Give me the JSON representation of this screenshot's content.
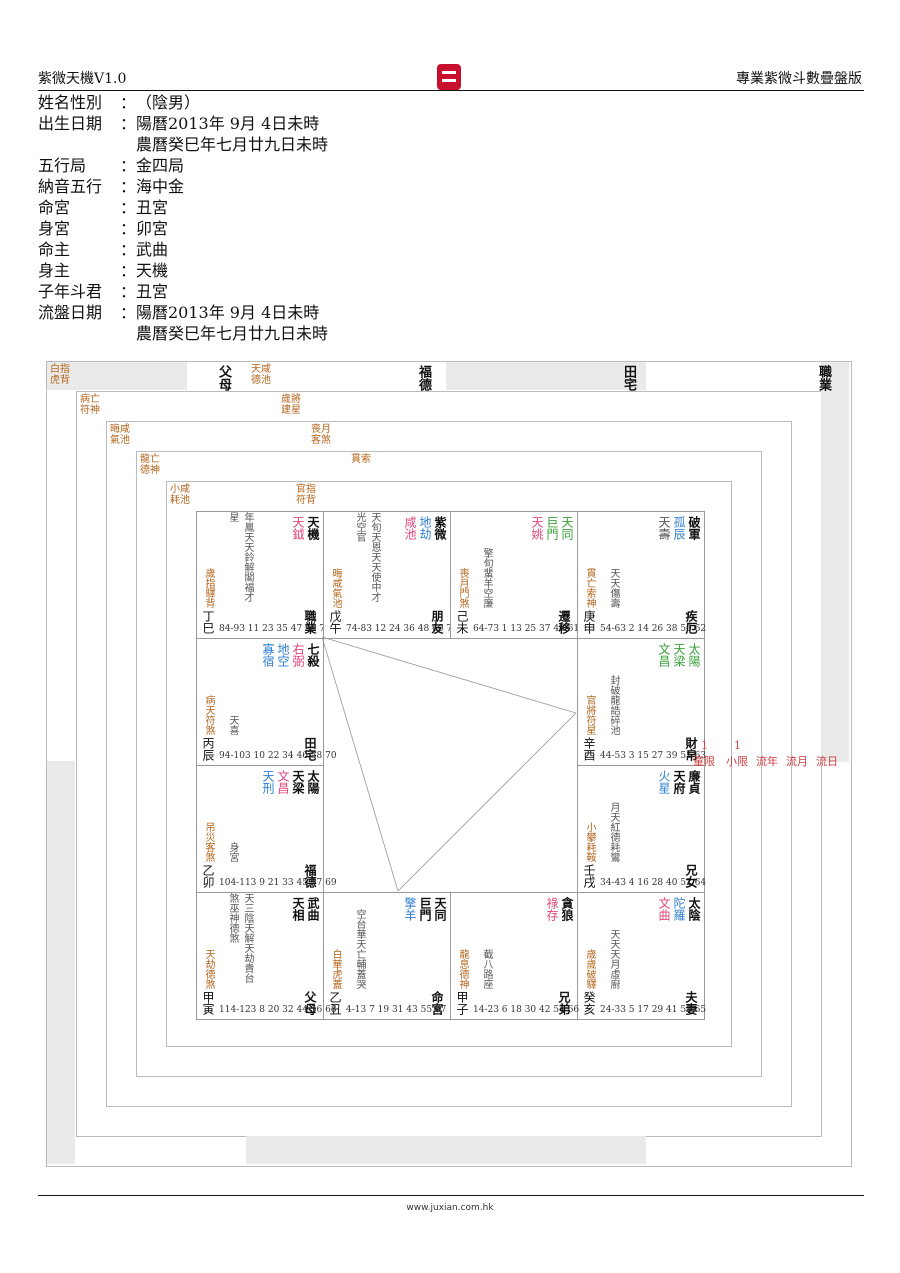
{
  "header": {
    "app_name": "紫微天機V1.0",
    "edition": "專業紫微斗數疊盤版"
  },
  "info": [
    {
      "key": "姓名性別",
      "value": "（陰男）"
    },
    {
      "key": "出生日期",
      "value": "陽曆2013年 9月 4日未時"
    },
    {
      "key": "",
      "value": "農曆癸巳年七月廿九日未時"
    },
    {
      "key": "五行局",
      "value": "金四局"
    },
    {
      "key": "納音五行",
      "value": "海中金"
    },
    {
      "key": "命宮",
      "value": "丑宮"
    },
    {
      "key": "身宮",
      "value": "卯宮"
    },
    {
      "key": "命主",
      "value": "武曲"
    },
    {
      "key": "身主",
      "value": "天機"
    },
    {
      "key": "子年斗君",
      "value": "丑宮"
    },
    {
      "key": "流盤日期",
      "value": "陽曆2013年 9月 4日未時"
    },
    {
      "key": "",
      "value": "農曆癸巳年七月廿九日未時"
    }
  ],
  "palaces": [
    {
      "id": "si",
      "ganzhi": "丁巳",
      "gong": "職業",
      "ages": "84-93  11 23 35 47 59 71",
      "stars": [
        {
          "t": "天機",
          "c": "main"
        },
        {
          "t": "天鉞",
          "c": "pink"
        }
      ],
      "minor": "年鳳天天鈴解閣福才星",
      "shen": "歲指驛背"
    },
    {
      "id": "wu",
      "ganzhi": "戊午",
      "gong": "朋友",
      "ages": "74-83  12 24 36 48 60 72",
      "stars": [
        {
          "t": "紫微",
          "c": "main"
        },
        {
          "t": "地劫",
          "c": "blue"
        },
        {
          "t": "咸池",
          "c": "pink"
        }
      ],
      "minor": "天旬天恩天天使中才光空官",
      "shen": "晦咸氣池"
    },
    {
      "id": "wei",
      "ganzhi": "己未",
      "gong": "遷移",
      "ages": "64-73  1 13 25 37 49 61",
      "stars": [
        {
          "t": "天同",
          "c": "green"
        },
        {
          "t": "巨門",
          "c": "green"
        },
        {
          "t": "天姚",
          "c": "pink"
        }
      ],
      "minor": "擎旬蜚羊空廉",
      "shen": "喪月門煞"
    },
    {
      "id": "shen",
      "ganzhi": "庚申",
      "gong": "疾厄",
      "ages": "54-63  2 14 26 38 50 62",
      "stars": [
        {
          "t": "破軍",
          "c": "main"
        },
        {
          "t": "孤辰",
          "c": "blue"
        },
        {
          "t": "天壽",
          "c": "grey"
        }
      ],
      "minor": "天天傷壽",
      "shen": "貫亡索神"
    },
    {
      "id": "you",
      "ganzhi": "辛酉",
      "gong": "財帛",
      "ages": "44-53  3 15 27 39 51 63",
      "stars": [
        {
          "t": "太陽",
          "c": "green"
        },
        {
          "t": "天梁",
          "c": "green"
        },
        {
          "t": "文昌",
          "c": "green"
        }
      ],
      "minor": "封破龍誥碎池",
      "shen": "官將符星"
    },
    {
      "id": "xu",
      "ganzhi": "壬戌",
      "gong": "兄女",
      "ages": "34-43  4 16 28 40 52 64",
      "stars": [
        {
          "t": "廉貞",
          "c": "main"
        },
        {
          "t": "天府",
          "c": "main"
        },
        {
          "t": "火星",
          "c": "blue"
        }
      ],
      "minor": "月天紅德耗鸞",
      "shen": "小攀耗鞍"
    },
    {
      "id": "hai",
      "ganzhi": "癸亥",
      "gong": "夫妻",
      "ages": "24-33  5 17 29 41 53 65",
      "stars": [
        {
          "t": "太陰",
          "c": "main"
        },
        {
          "t": "陀羅",
          "c": "blue"
        },
        {
          "t": "文曲",
          "c": "pink"
        }
      ],
      "minor": "天天天月虛廚",
      "shen": "歲歲破驛"
    },
    {
      "id": "zi",
      "ganzhi": "甲子",
      "gong": "兄弟",
      "ages": "14-23  6 18 30 42 54 66",
      "stars": [
        {
          "t": "貪狼",
          "c": "main"
        },
        {
          "t": "祿存",
          "c": "pink"
        }
      ],
      "minor": "截八路座",
      "shen": "龍息德神"
    },
    {
      "id": "chou",
      "ganzhi": "乙丑",
      "gong": "命宮",
      "ages": "4-13  7 19 31 43 55 67",
      "stars": [
        {
          "t": "天同",
          "c": "main"
        },
        {
          "t": "巨門",
          "c": "main"
        },
        {
          "t": "擎羊",
          "c": "blue"
        }
      ],
      "minor": "空台華天亡輔蓋哭",
      "shen": "白華虎蓋"
    },
    {
      "id": "yin",
      "ganzhi": "甲寅",
      "gong": "父母",
      "ages": "114-123  8 20 32 44 56 68",
      "stars": [
        {
          "t": "武曲",
          "c": "main"
        },
        {
          "t": "天相",
          "c": "main"
        }
      ],
      "minor": "天三陰天解天劫貴台煞巫神德煞",
      "shen": "天劫德煞"
    },
    {
      "id": "mao",
      "ganzhi": "乙卯",
      "gong": "福德",
      "ages": "104-113  9 21 33 45 57 69",
      "stars": [
        {
          "t": "太陽",
          "c": "main"
        },
        {
          "t": "天梁",
          "c": "main"
        },
        {
          "t": "文昌",
          "c": "pink"
        },
        {
          "t": "天刑",
          "c": "blue"
        }
      ],
      "minor": "身宮",
      "shen": "吊災客煞"
    },
    {
      "id": "chen",
      "ganzhi": "丙辰",
      "gong": "田宅",
      "ages": "94-103  10 22 34 46 58 70",
      "stars": [
        {
          "t": "七殺",
          "c": "main"
        },
        {
          "t": "右弼",
          "c": "pink"
        },
        {
          "t": "地空",
          "c": "blue"
        },
        {
          "t": "寡宿",
          "c": "blue"
        }
      ],
      "minor": "天喜",
      "shen": "病天符煞"
    }
  ],
  "rings": {
    "top": [
      "父母",
      "福德",
      "田宅",
      "職業"
    ],
    "labels": [
      "白指虎背",
      "天咸德池",
      "病亡符神",
      "歲將建星",
      "晦咸氣池",
      "喪月客煞",
      "龍亡德神",
      "貫索",
      "小咸耗池",
      "官指符背"
    ]
  },
  "limits": [
    {
      "label": "童限",
      "value": "1"
    },
    {
      "label": "小限",
      "value": "1"
    },
    {
      "label": "流年",
      "value": ""
    },
    {
      "label": "流月",
      "value": ""
    },
    {
      "label": "流日",
      "value": ""
    }
  ],
  "footer": "www.juxian.com.hk"
}
